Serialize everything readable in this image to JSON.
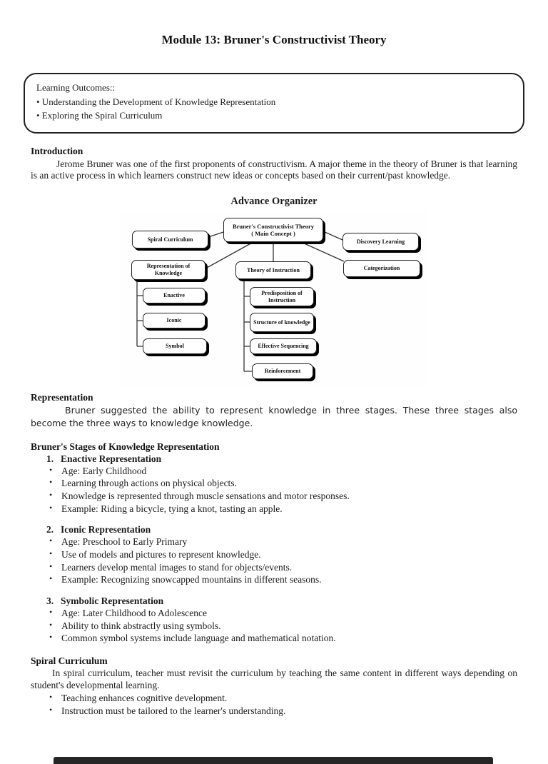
{
  "page": {
    "title": "Module 13: Bruner's Constructivist Theory"
  },
  "colors": {
    "text": "#1a1a1a",
    "page_bg": "#ffffff",
    "node_shadow": "#000000",
    "bottom_bar": "#262626"
  },
  "outcomes": {
    "heading": "Learning Outcomes::",
    "items": [
      "• Understanding the Development of Knowledge Representation",
      "• Exploring the Spiral Curriculum"
    ]
  },
  "introduction": {
    "heading": "Introduction",
    "body": "Jerome Bruner was one of the first proponents of constructivism. A major theme in the theory of Bruner is that learning is an active process in which learners construct new ideas or concepts based on their current/past knowledge."
  },
  "organizer": {
    "heading": "Advance Organizer",
    "nodes": {
      "main": "Bruner's Constructivist Theory",
      "main_sub": "( Main Concept )",
      "spiral": "Spiral Curriculum",
      "discovery": "Discovery Learning",
      "representation": "Representation of Knowledge",
      "theory": "Theory of Instruction",
      "categorization": "Categorization",
      "enactive": "Enactive",
      "iconic": "Iconic",
      "symbol": "Symbol",
      "predisposition": "Predisposition of Instruction",
      "structure": "Structure of knowledge",
      "sequencing": "Effective Sequencing",
      "reinforcement": "Reinforcement"
    }
  },
  "representation": {
    "heading": "Representation",
    "body": "Bruner suggested the ability to represent knowledge in three stages. These three stages also become the three ways to knowledge knowledge."
  },
  "stages": {
    "heading": "Bruner's Stages of Knowledge Representation",
    "items": [
      {
        "number": "1.",
        "title": "Enactive Representation",
        "bullets": [
          "Age: Early Childhood",
          "Learning through actions on physical objects.",
          "Knowledge is represented through muscle sensations and motor responses.",
          "Example: Riding a bicycle, tying a knot, tasting an apple."
        ]
      },
      {
        "number": "2.",
        "title": "Iconic Representation",
        "bullets": [
          "Age: Preschool to Early Primary",
          "Use of models and pictures to represent knowledge.",
          "Learners develop mental images to stand for objects/events.",
          "Example: Recognizing snowcapped mountains in different seasons."
        ]
      },
      {
        "number": "3.",
        "title": "Symbolic Representation",
        "bullets": [
          "Age: Later Childhood to Adolescence",
          "Ability to think abstractly using symbols.",
          "Common symbol systems include language and mathematical notation."
        ]
      }
    ]
  },
  "spiral": {
    "heading": "Spiral Curriculum",
    "body": "In spiral curriculum, teacher must revisit the curriculum by teaching the same content in different ways depending on student's developmental learning.",
    "bullets": [
      "Teaching enhances cognitive development.",
      "Instruction must be tailored to the learner's understanding."
    ]
  }
}
